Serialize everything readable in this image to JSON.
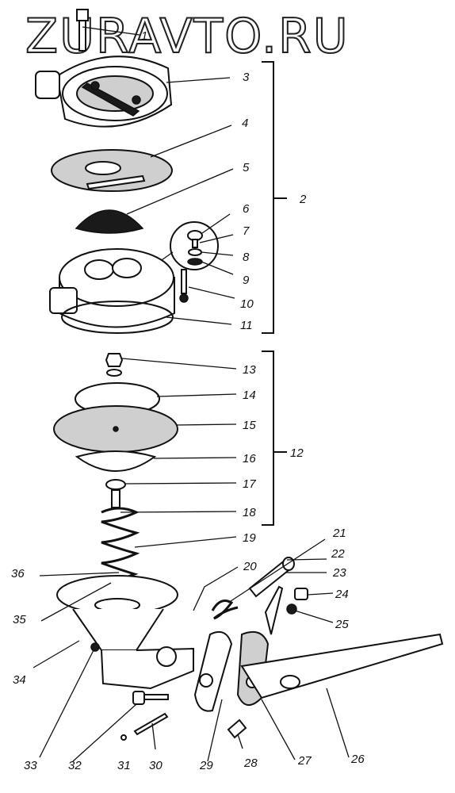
{
  "watermark": "ZURAVTO.RU",
  "labels": {
    "l1": "1",
    "l2": "2",
    "l3": "3",
    "l4": "4",
    "l5": "5",
    "l6": "6",
    "l7": "7",
    "l8": "8",
    "l9": "9",
    "l10": "10",
    "l11": "11",
    "l12": "12",
    "l13": "13",
    "l14": "14",
    "l15": "15",
    "l16": "16",
    "l17": "17",
    "l18": "18",
    "l19": "19",
    "l20": "20",
    "l21": "21",
    "l22": "22",
    "l23": "23",
    "l24": "24",
    "l25": "25",
    "l26": "26",
    "l27": "27",
    "l28": "28",
    "l29": "29",
    "l30": "30",
    "l31": "31",
    "l32": "32",
    "l33": "33",
    "l34": "34",
    "l35": "35",
    "l36": "36"
  }
}
